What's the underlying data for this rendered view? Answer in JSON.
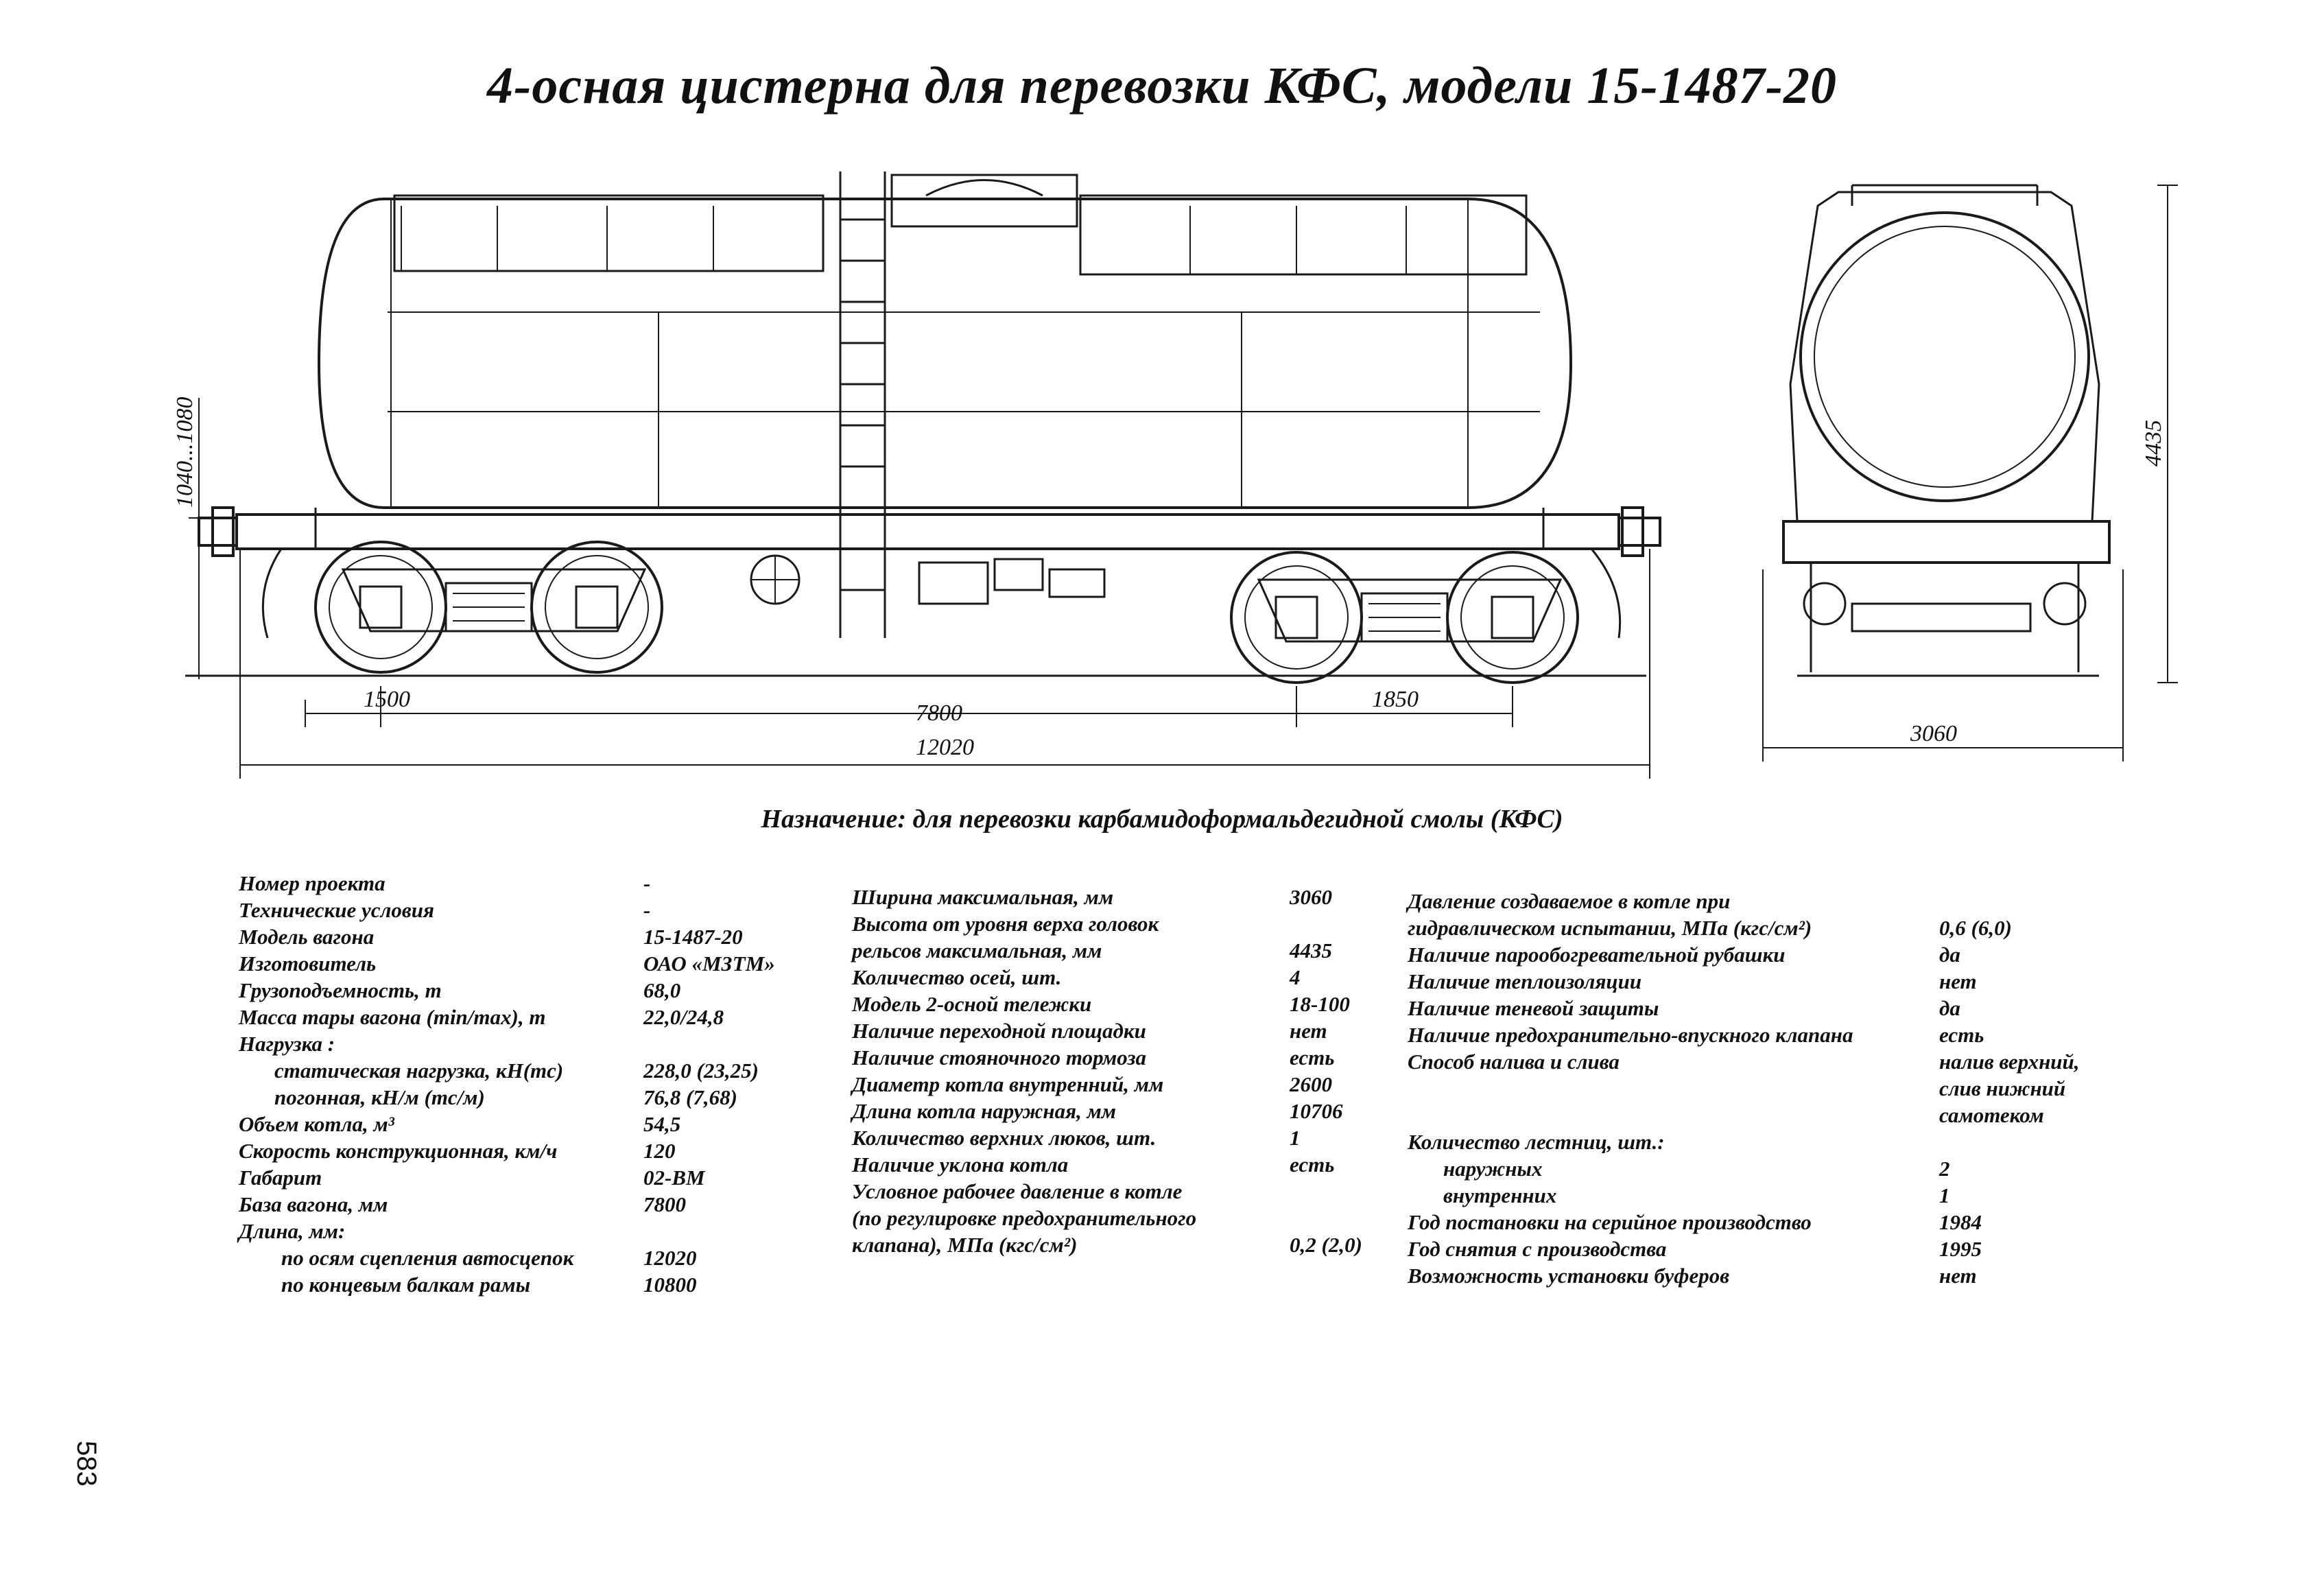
{
  "title": "4-осная цистерна для перевозки КФС, модели 15-1487-20",
  "purpose": "Назначение: для перевозки карбамидоформальдегидной смолы (КФС)",
  "page_number": "583",
  "dimensions": {
    "buffer_height": "1040...1080",
    "base_left": "1500",
    "base": "7800",
    "bogie_base": "1850",
    "total_length": "12020",
    "height": "4435",
    "width": "3060"
  },
  "col1": [
    {
      "label": "Номер проекта",
      "value": "-"
    },
    {
      "label": "Технические условия",
      "value": "-"
    },
    {
      "label": "Модель вагона",
      "value": "15-1487-20"
    },
    {
      "label": "Изготовитель",
      "value": "ОАО «МЗТМ»"
    },
    {
      "label": "Грузоподъемность, т",
      "value": "68,0"
    },
    {
      "label": "Масса тары вагона (min/max), т",
      "value": "22,0/24,8"
    },
    {
      "label": "Нагрузка :",
      "value": ""
    },
    {
      "label": "статическая нагрузка, кН(тс)",
      "value": "228,0 (23,25)"
    },
    {
      "label": "погонная, кН/м (тс/м)",
      "value": "76,8 (7,68)"
    },
    {
      "label": "Объем котла, м³",
      "value": "54,5"
    },
    {
      "label": "Скорость конструкционная, км/ч",
      "value": "120"
    },
    {
      "label": "Габарит",
      "value": "02-ВМ"
    },
    {
      "label": "База вагона, мм",
      "value": "7800"
    },
    {
      "label": "Длина, мм:",
      "value": ""
    },
    {
      "label": "по осям сцепления автосцепок",
      "value": "12020"
    },
    {
      "label": "по концевым балкам рамы",
      "value": "10800"
    }
  ],
  "col2": [
    {
      "label": "Ширина максимальная, мм",
      "value": "3060"
    },
    {
      "label": "Высота от уровня верха головок",
      "value": ""
    },
    {
      "label": "рельсов максимальная, мм",
      "value": "4435"
    },
    {
      "label": "Количество осей, шт.",
      "value": "4"
    },
    {
      "label": "Модель 2-осной тележки",
      "value": "18-100"
    },
    {
      "label": "Наличие переходной площадки",
      "value": "нет"
    },
    {
      "label": "Наличие стояночного тормоза",
      "value": "есть"
    },
    {
      "label": "Диаметр котла внутренний, мм",
      "value": "2600"
    },
    {
      "label": "Длина котла наружная, мм",
      "value": "10706"
    },
    {
      "label": "Количество верхних люков, шт.",
      "value": "1"
    },
    {
      "label": "Наличие уклона котла",
      "value": "есть"
    },
    {
      "label": "Условное рабочее давление в котле",
      "value": ""
    },
    {
      "label": "(по регулировке предохранительного",
      "value": ""
    },
    {
      "label": "клапана), МПа (кгс/см²)",
      "value": "0,2 (2,0)"
    }
  ],
  "col3": [
    {
      "label": "Давление создаваемое в котле при",
      "value": ""
    },
    {
      "label": "гидравлическом испытании, МПа (кгс/см²)",
      "value": "0,6 (6,0)"
    },
    {
      "label": "Наличие парообогревательной рубашки",
      "value": "да"
    },
    {
      "label": "Наличие теплоизоляции",
      "value": "нет"
    },
    {
      "label": "Наличие теневой защиты",
      "value": "да"
    },
    {
      "label": "Наличие предохранительно-впускного клапана",
      "value": "есть"
    },
    {
      "label": "Способ налива и слива",
      "value": "налив верхний,"
    },
    {
      "label": "",
      "value": "слив нижний"
    },
    {
      "label": "",
      "value": "самотеком"
    },
    {
      "label": "Количество лестниц, шт.:",
      "value": ""
    },
    {
      "label": "наружных",
      "value": "2"
    },
    {
      "label": "внутренних",
      "value": "1"
    },
    {
      "label": "Год постановки на серийное производство",
      "value": "1984"
    },
    {
      "label": "Год снятия с производства",
      "value": "1995"
    },
    {
      "label": "Возможность установки буферов",
      "value": "нет"
    }
  ]
}
